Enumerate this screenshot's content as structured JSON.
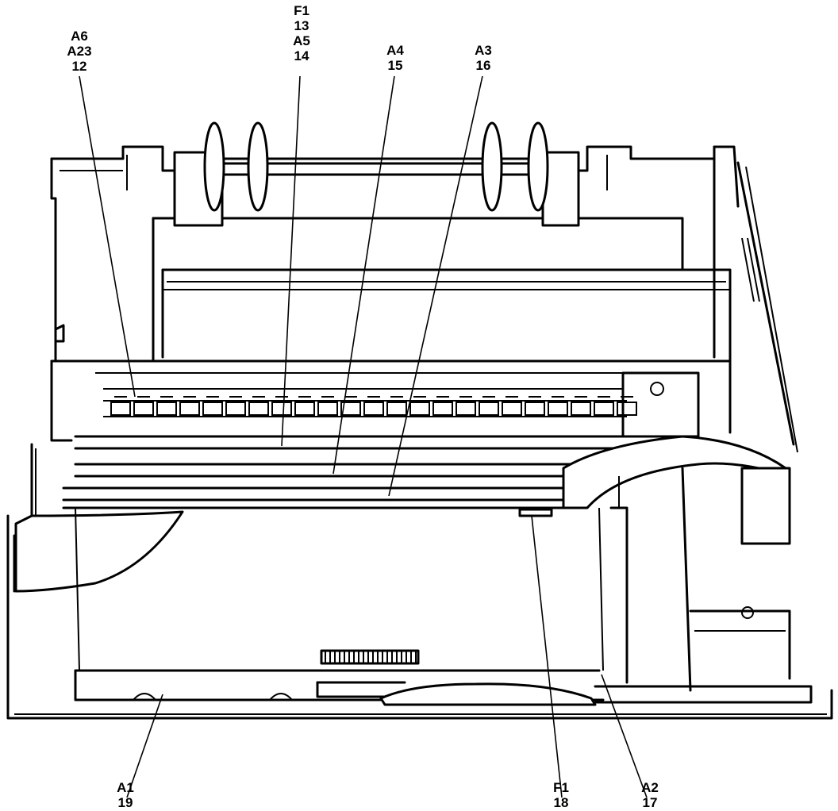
{
  "callouts": [
    {
      "id": "A6-A23-12",
      "lines": [
        "A6",
        "A23",
        "12"
      ]
    },
    {
      "id": "F1-13-A5-14",
      "lines": [
        "F1",
        "13",
        "A5",
        "14"
      ]
    },
    {
      "id": "A4-15",
      "lines": [
        "A4",
        "15"
      ]
    },
    {
      "id": "A3-16",
      "lines": [
        "A3",
        "16"
      ]
    },
    {
      "id": "A1-19",
      "lines": [
        "A1",
        "19"
      ]
    },
    {
      "id": "F1-18",
      "lines": [
        "F1",
        "18"
      ]
    },
    {
      "id": "A2-17",
      "lines": [
        "A2",
        "17"
      ]
    }
  ]
}
